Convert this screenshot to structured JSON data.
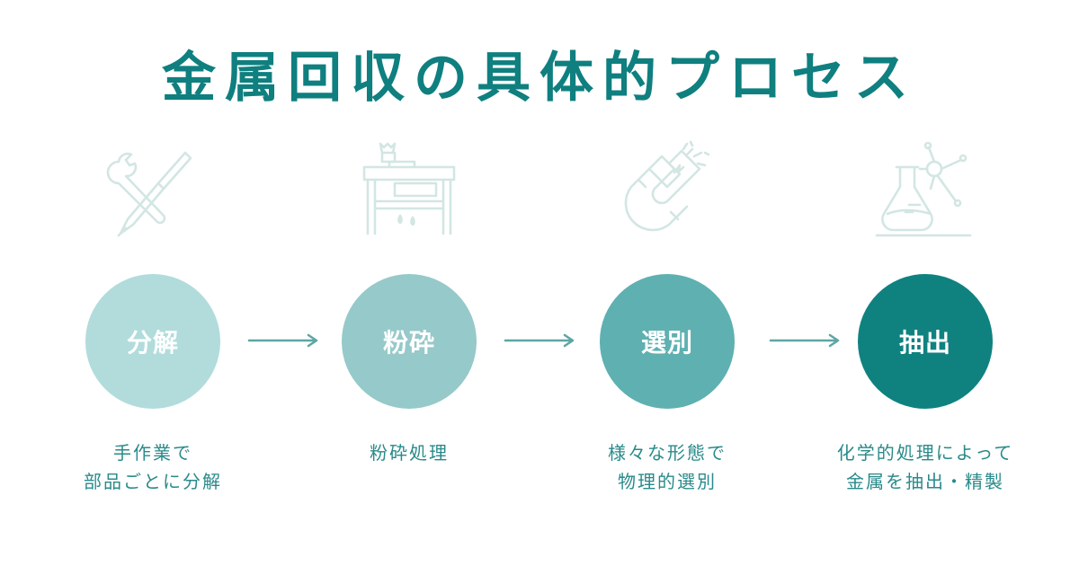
{
  "title": "金属回収の具体的プロセス",
  "colors": {
    "title": "#0f7f7f",
    "icon_stroke": "#d2e6e3",
    "arrow": "#5ea6a3",
    "desc_text": "#2a8a8a"
  },
  "steps": [
    {
      "label": "分解",
      "color": "#b1dcdb",
      "icon": "tools-icon",
      "desc": [
        "手作業で",
        "部品ごとに分解"
      ]
    },
    {
      "label": "粉砕",
      "color": "#96c9c9",
      "icon": "crusher-machine-icon",
      "desc": [
        "粉砕処理"
      ]
    },
    {
      "label": "選別",
      "color": "#5fb0b1",
      "icon": "magnet-icon",
      "desc": [
        "様々な形態で",
        "物理的選別"
      ]
    },
    {
      "label": "抽出",
      "color": "#0f8280",
      "icon": "chemistry-flask-icon",
      "desc": [
        "化学的処理によって",
        "金属を抽出・精製"
      ]
    }
  ]
}
